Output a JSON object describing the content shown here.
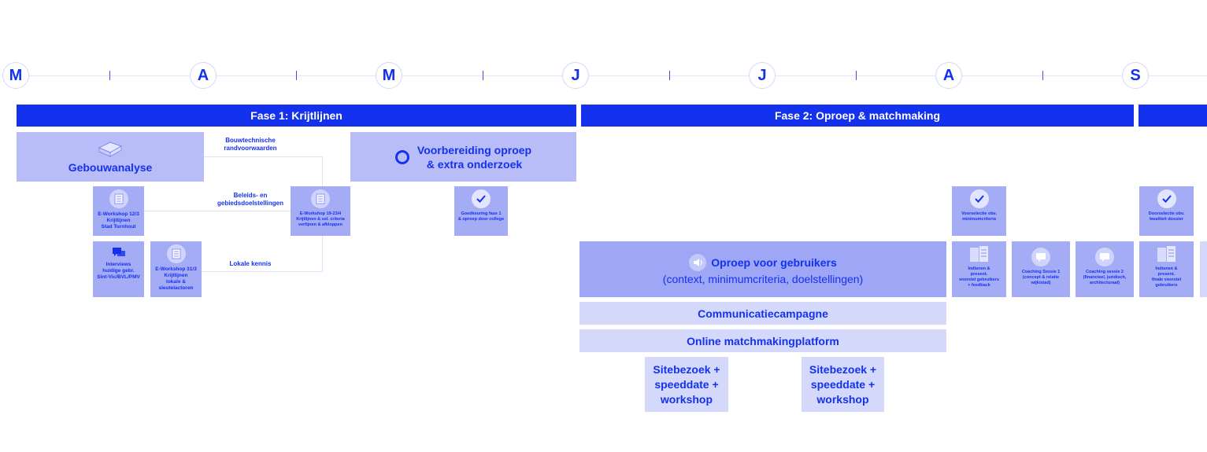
{
  "timeline": {
    "months": [
      "M",
      "A",
      "M",
      "J",
      "J",
      "A",
      "S"
    ]
  },
  "phases": {
    "phase1": "Fase 1: Krijtlijnen",
    "phase2": "Fase 2: Oproep & matchmaking"
  },
  "boxes": {
    "gebouwanalyse": "Gebouwanalyse",
    "voorbereiding": "Voorbereiding oproep\n& extra onderzoek",
    "oproep_title": "Oproep voor gebruikers",
    "oproep_sub": "(context, minimumcriteria, doelstellingen)",
    "communicatie": "Communicatiecampagne",
    "platform": "Online matchmakingplatform",
    "sitebezoek1": "Sitebezoek +\nspeeddate +\nworkshop",
    "sitebezoek2": "Sitebezoek +\nspeeddate +\nworkshop"
  },
  "connectors": {
    "bouwtechnisch": "Bouwtechnische\nrandvoorwaarden",
    "beleid": "Beleids- en\ngebiedsdoelstellingen",
    "lokale": "Lokale kennis"
  },
  "tiles": {
    "ew1": "E-Workshop 12/3\nKrijtlijnen\nStad Turnhout",
    "ew2": "E-Workshop 19-23/4\nKrijtlijnen & sel. criteria\nverfijnen & afkloppen",
    "interviews": "Interviews\nhuidige gebr.\nSint-Vic/BVL/PMV",
    "ew3": "E-Workshop 31/3\nKrijtlijnen\nlokale &\nsleutelactoren",
    "goedkeuring": "Goedkeuring fase 1\n& oproep door college",
    "voorselectie": "Voorselectie obv.\nminimumcriteria",
    "doorselectie": "Doorselectie obv.\nkwaliteit dossier",
    "indienen1": "Indienen &\npresent.\nvoorstel gebruikers\n+ feedback",
    "coaching1": "Coaching Sessie 1\n(concept & relatie\nwijk/stad)",
    "coaching2": "Coaching sessie 2\n(financieel, juridisch,\narchitecturaal)",
    "indienen2": "Indienen &\npresent.\nfinale voorstel\ngebruikers"
  },
  "colors": {
    "accent": "#1431ee",
    "box": "#b8bdf8",
    "box_light": "#d4d8fb",
    "tile": "#a5acf6"
  }
}
